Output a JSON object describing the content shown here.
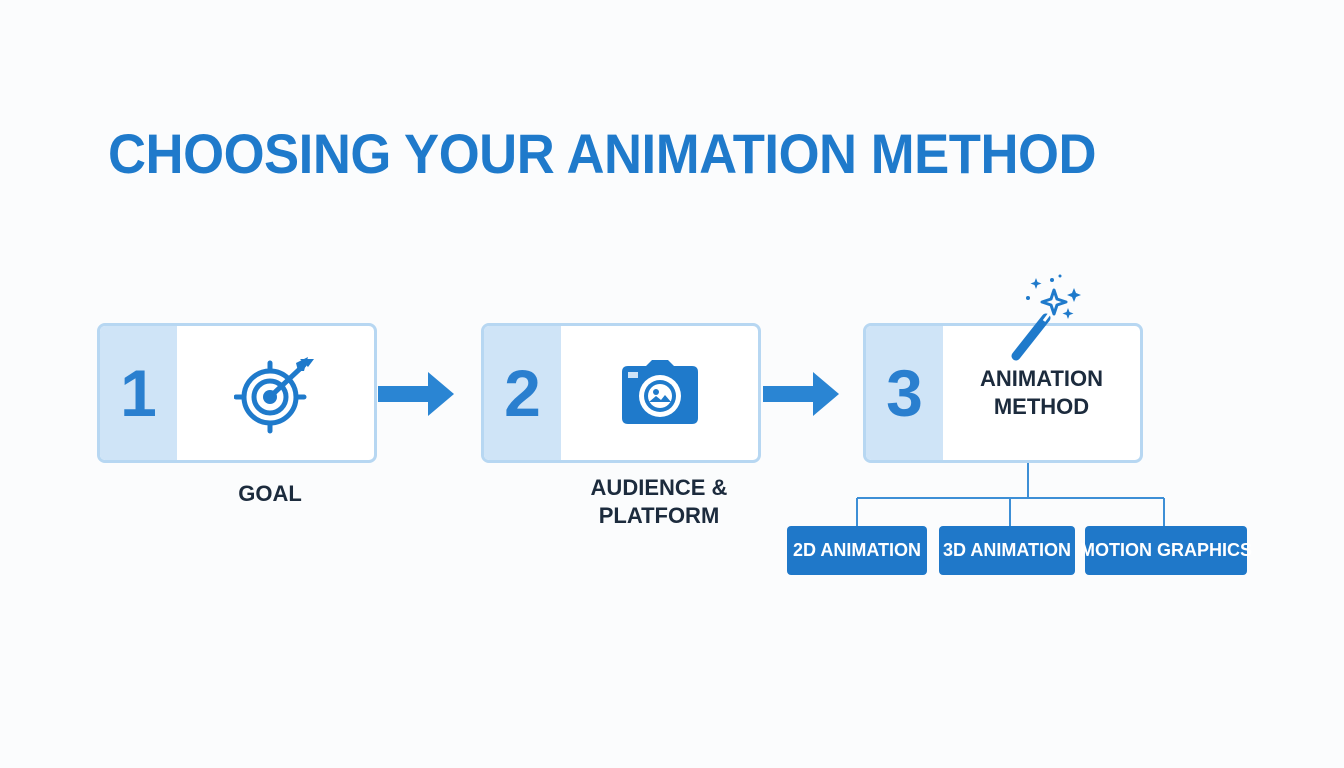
{
  "title": "CHOOSING YOUR ANIMATION METHOD",
  "colors": {
    "primary": "#1f7acb",
    "panel": "#cfe4f7",
    "border": "#b7d7f2",
    "text": "#1c2b3d"
  },
  "steps": [
    {
      "number": "1",
      "icon": "target-icon",
      "label": "GOAL"
    },
    {
      "number": "2",
      "icon": "camera-icon",
      "label": "AUDIENCE &\nPLATFORM"
    },
    {
      "number": "3",
      "icon": "magic-wand-icon",
      "label": "ANIMATION\nMETHOD"
    }
  ],
  "methods": [
    "2D ANIMATION",
    "3D ANIMATION",
    "MOTION GRAPHICS"
  ]
}
